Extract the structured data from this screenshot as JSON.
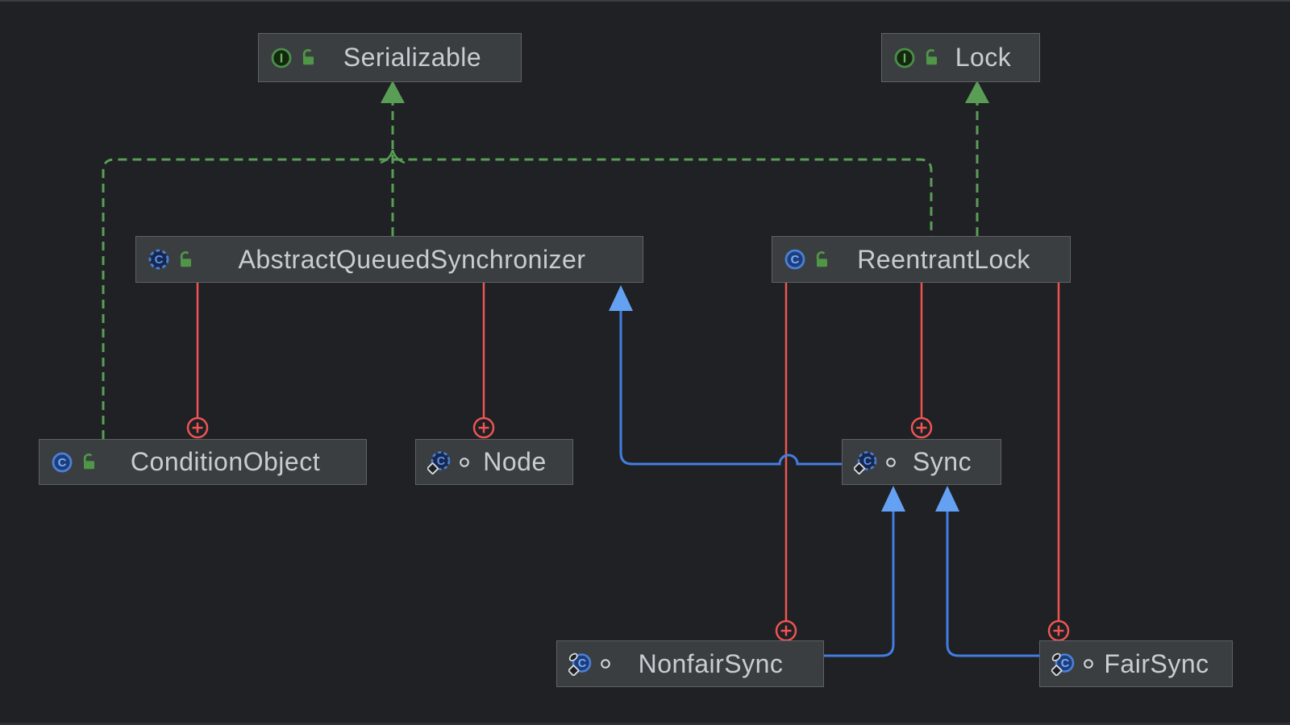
{
  "diagram": {
    "nodes": [
      {
        "label": "Serializable",
        "kind": "interface",
        "visibility": "public"
      },
      {
        "label": "Lock",
        "kind": "interface",
        "visibility": "public"
      },
      {
        "label": "AbstractQueuedSynchronizer",
        "kind": "abstract-class",
        "visibility": "public"
      },
      {
        "label": "ReentrantLock",
        "kind": "class",
        "visibility": "public"
      },
      {
        "label": "ConditionObject",
        "kind": "class",
        "visibility": "public"
      },
      {
        "label": "Node",
        "kind": "abstract-static-class",
        "visibility": "package-private"
      },
      {
        "label": "Sync",
        "kind": "abstract-static-class",
        "visibility": "package-private"
      },
      {
        "label": "NonfairSync",
        "kind": "static-final-class",
        "visibility": "package-private"
      },
      {
        "label": "FairSync",
        "kind": "static-final-class",
        "visibility": "package-private"
      }
    ],
    "edges": [
      {
        "from": "AbstractQueuedSynchronizer",
        "to": "Serializable",
        "type": "implements",
        "style": "green-dashed-arrow"
      },
      {
        "from": "ConditionObject",
        "to": "Serializable",
        "type": "implements",
        "style": "green-dashed-arrow"
      },
      {
        "from": "ReentrantLock",
        "to": "Serializable",
        "type": "implements",
        "style": "green-dashed-arrow"
      },
      {
        "from": "ReentrantLock",
        "to": "Lock",
        "type": "implements",
        "style": "green-dashed-arrow"
      },
      {
        "from": "AbstractQueuedSynchronizer",
        "to": "ConditionObject",
        "type": "inner-class",
        "style": "red-line-circled-plus"
      },
      {
        "from": "AbstractQueuedSynchronizer",
        "to": "Node",
        "type": "inner-class",
        "style": "red-line-circled-plus"
      },
      {
        "from": "ReentrantLock",
        "to": "Sync",
        "type": "inner-class",
        "style": "red-line-circled-plus"
      },
      {
        "from": "ReentrantLock",
        "to": "NonfairSync",
        "type": "inner-class",
        "style": "red-line-circled-plus"
      },
      {
        "from": "ReentrantLock",
        "to": "FairSync",
        "type": "inner-class",
        "style": "red-line-circled-plus"
      },
      {
        "from": "Sync",
        "to": "AbstractQueuedSynchronizer",
        "type": "extends",
        "style": "blue-solid-arrow"
      },
      {
        "from": "NonfairSync",
        "to": "Sync",
        "type": "extends",
        "style": "blue-solid-arrow"
      },
      {
        "from": "FairSync",
        "to": "Sync",
        "type": "extends",
        "style": "blue-solid-arrow"
      }
    ],
    "colors": {
      "background": "#1f2124",
      "node_fill": "#3b3e41",
      "node_border": "#5f6264",
      "node_text": "#c9cdd2",
      "implements_green": "#5a9e56",
      "inner_class_red": "#ee5454",
      "extends_blue": "#437de2",
      "extends_arrow_blue": "#64a1f2",
      "icon_green": "#4f9646",
      "icon_blue_ring": "#4b80d6"
    }
  }
}
